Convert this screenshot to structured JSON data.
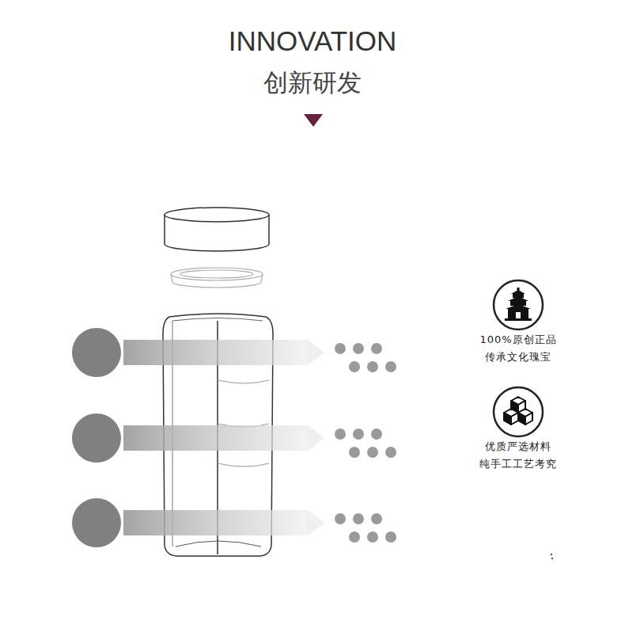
{
  "diagram": {
    "title": "INNOVATION",
    "nodes": [
      {
        "text": [
          "100%原创正品",
          "传承文化瑰宝"
        ]
      },
      {
        "text": [
          "优质严选材料",
          "纯手工工艺考究"
        ]
      }
    ],
    "labels": [
      "创新研发"
    ]
  }
}
